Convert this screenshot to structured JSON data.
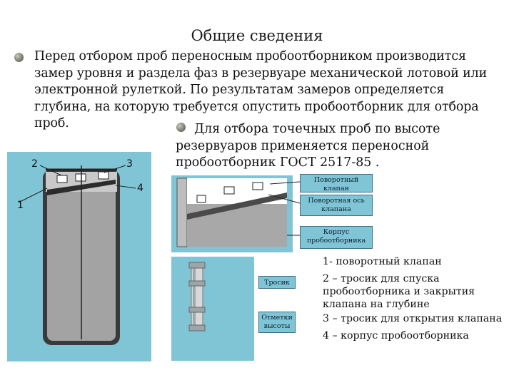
{
  "slide": {
    "title": "Общие сведения",
    "paragraph1": [
      "Перед отбором проб переносным пробоотборником производится",
      "замер уровня и раздела фаз в резервуаре механической лотовой или",
      "электронной рулеткой. По результатам замеров определяется",
      "глубина, на которую требуется опустить пробоотборник для отбора",
      "проб."
    ],
    "paragraph2": [
      "Для отбора точечных проб по высоте",
      "резервуаров применяется переносной",
      "пробоотборник ГОСТ 2517-85 ."
    ]
  },
  "diagram": {
    "part_numbers": [
      "1",
      "2",
      "3",
      "4"
    ],
    "callouts": {
      "rotary_valve": "Поворотный клапан",
      "rotary_axis": "Поворотная ось клапана",
      "body": "Корпус пробоотборника",
      "cable": "Тросик",
      "height_marks": "Отметки высоты"
    }
  },
  "legend": {
    "item1": "1- поворотный клапан",
    "item2": [
      "2 – тросик для спуска",
      "пробоотборника и закрытия",
      "клапана на глубине"
    ],
    "item3": "3 – тросик для открытия клапана",
    "item4": "4 – корпус пробоотборника"
  },
  "colors": {
    "panel_blue": "#7fc5d6",
    "sampler_gray": "#9a9a9a",
    "bullet_olive": "#7f8274"
  },
  "icons": [
    "bullet-icon"
  ]
}
